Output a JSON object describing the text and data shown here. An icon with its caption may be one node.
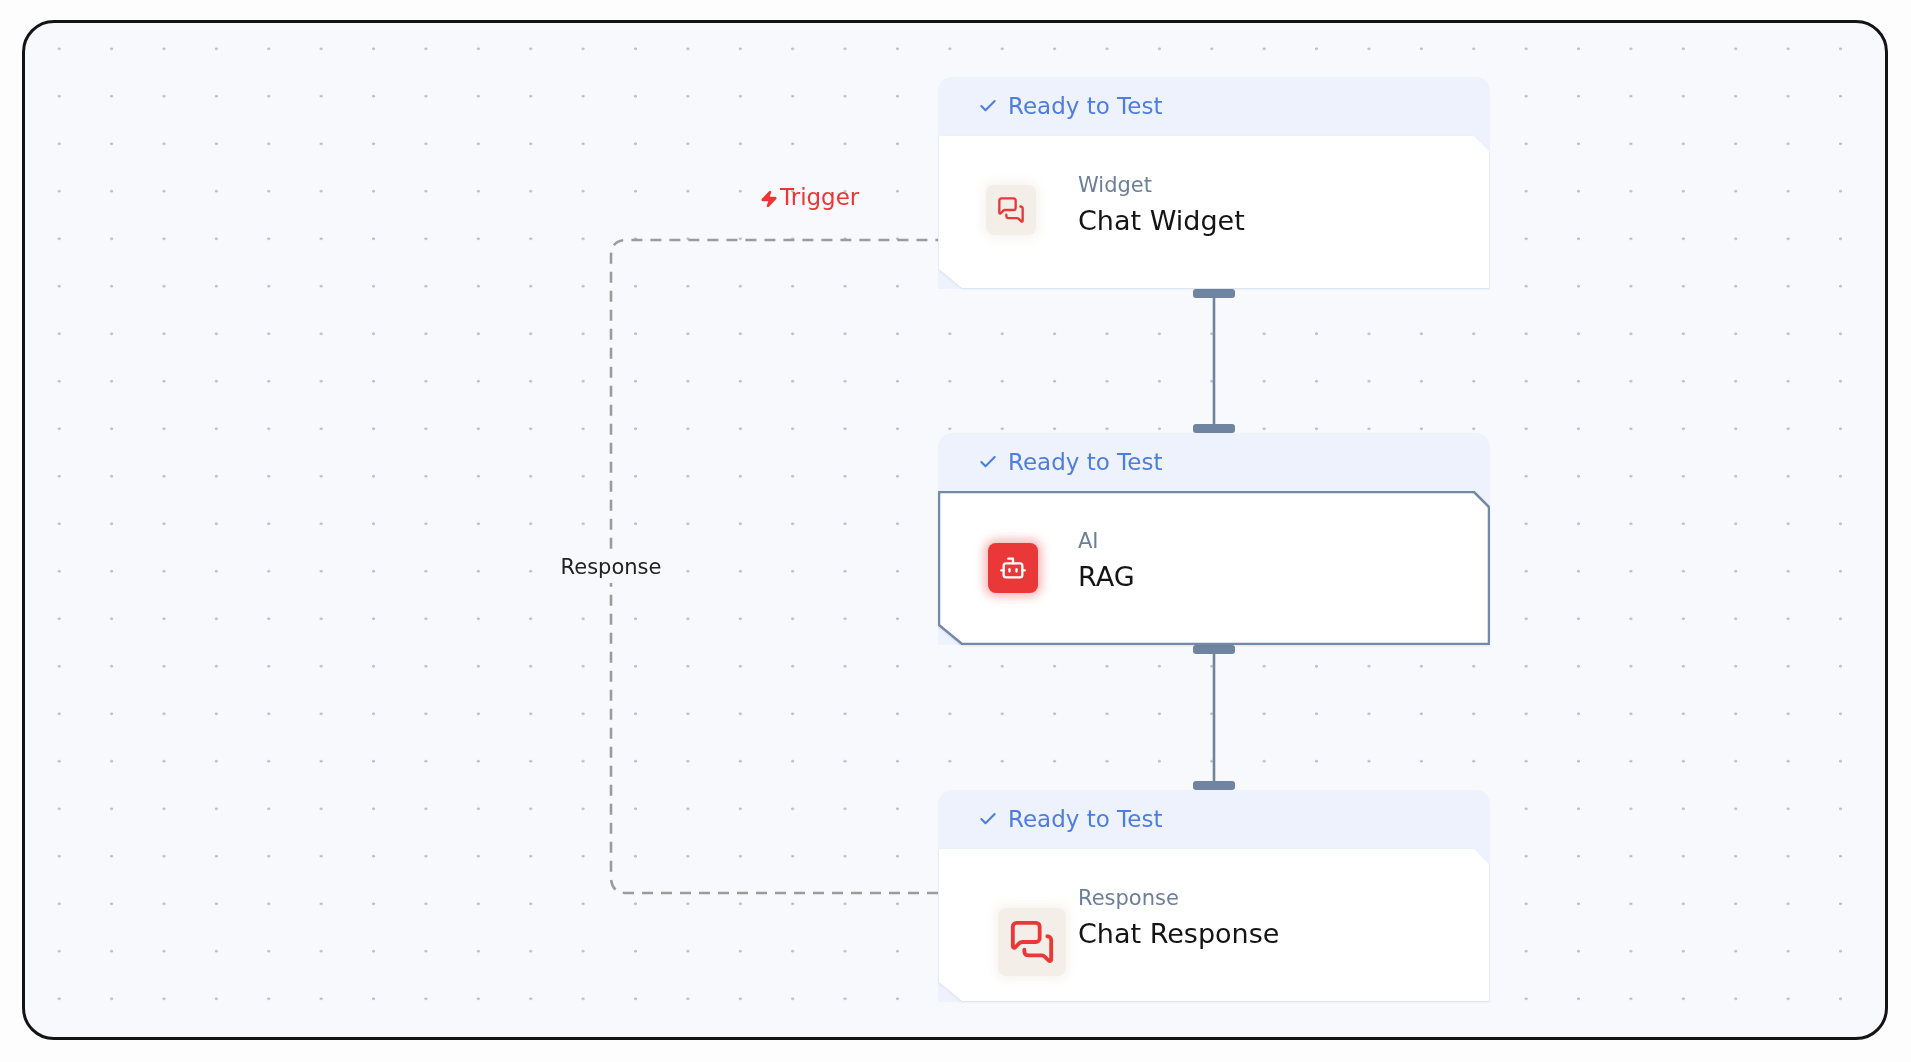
{
  "diagram": {
    "nodes": [
      {
        "text": [
          "Ready to Test",
          "Widget",
          "Chat Widget"
        ]
      },
      {
        "text": [
          "Ready to Test",
          "AI",
          "RAG"
        ]
      },
      {
        "text": [
          "Ready to Test",
          "Response",
          "Chat Response"
        ]
      }
    ],
    "edges": [
      {
        "from": 0,
        "to": 1,
        "arrow": "other"
      },
      {
        "from": 1,
        "to": 2,
        "arrow": "other"
      },
      {
        "from": 2,
        "to": 0,
        "arrow": "none",
        "label": "Response",
        "style": "dashed",
        "color": "#9b9b9b"
      }
    ],
    "labels": [
      "Trigger"
    ]
  }
}
